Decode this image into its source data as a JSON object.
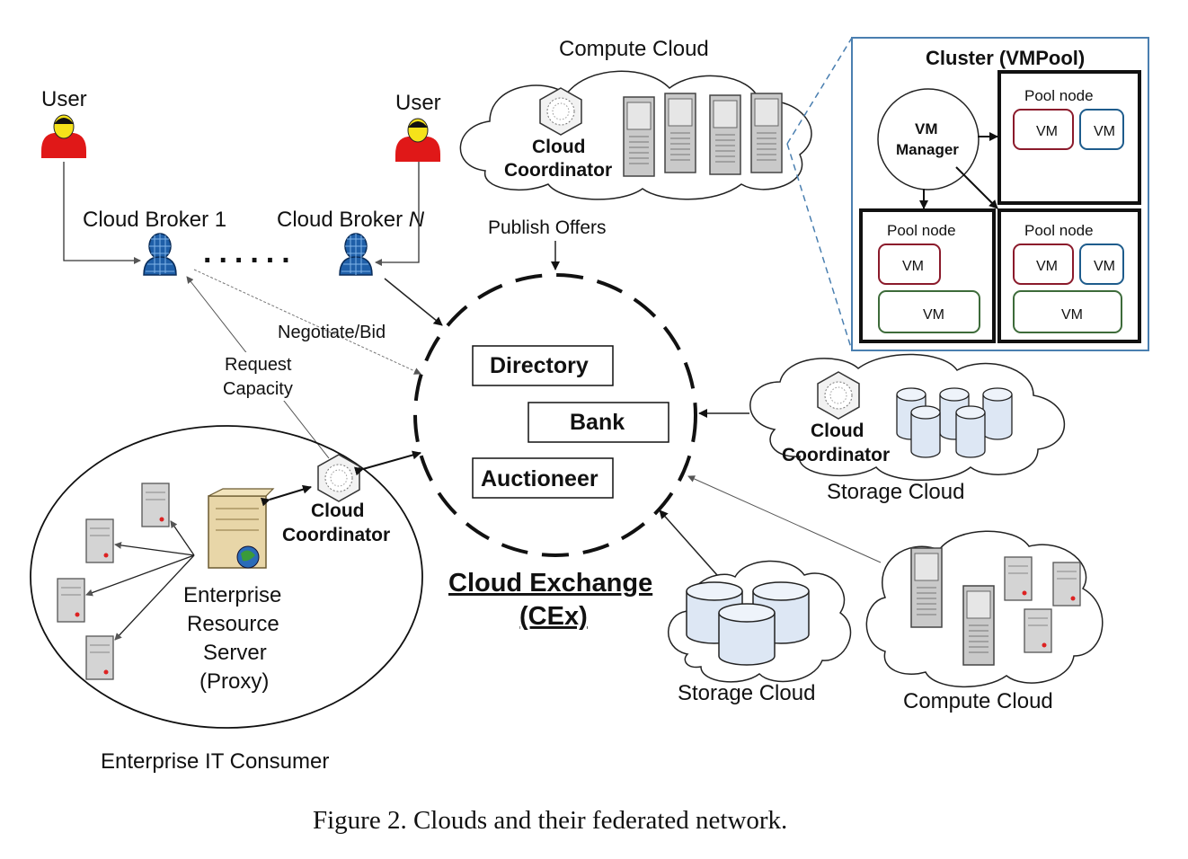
{
  "users": {
    "left": "User",
    "right": "User"
  },
  "brokers": {
    "b1": "Cloud Broker 1",
    "bn_prefix": "Cloud Broker ",
    "bn_suffix": "N",
    "dots": "......"
  },
  "compute_top": {
    "title": "Compute Cloud",
    "coord_line1": "Cloud",
    "coord_line2": "Coordinator"
  },
  "publish": "Publish Offers",
  "cluster": {
    "title": "Cluster (VMPool)",
    "manager_line1": "VM",
    "manager_line2": "Manager",
    "pool_node": "Pool node",
    "vm": "VM"
  },
  "links": {
    "negotiate": "Negotiate/Bid",
    "request_line1": "Request",
    "request_line2": "Capacity"
  },
  "cex": {
    "directory": "Directory",
    "bank": "Bank",
    "auctioneer": "Auctioneer",
    "title_line1": "Cloud Exchange",
    "title_line2": "(CEx)"
  },
  "storage_right": {
    "coord_line1": "Cloud",
    "coord_line2": "Coordinator",
    "label": "Storage Cloud"
  },
  "storage_bottom": {
    "label": "Storage Cloud"
  },
  "compute_bottom": {
    "label": "Compute Cloud"
  },
  "enterprise": {
    "coord_line1": "Cloud",
    "coord_line2": "Coordinator",
    "server_line1": "Enterprise",
    "server_line2": "Resource",
    "server_line3": "Server",
    "server_line4": "(Proxy)",
    "consumer": "Enterprise IT Consumer"
  },
  "caption": "Figure 2. Clouds and their federated network.",
  "colors": {
    "user_red": "#e01818",
    "user_face": "#f5e21a",
    "broker_blue": "#1f5fa8",
    "vm_red": "#8b1a2b",
    "vm_blue": "#1e5c8c",
    "vm_green": "#3d6b3a",
    "cluster_border": "#4a7fb0"
  }
}
